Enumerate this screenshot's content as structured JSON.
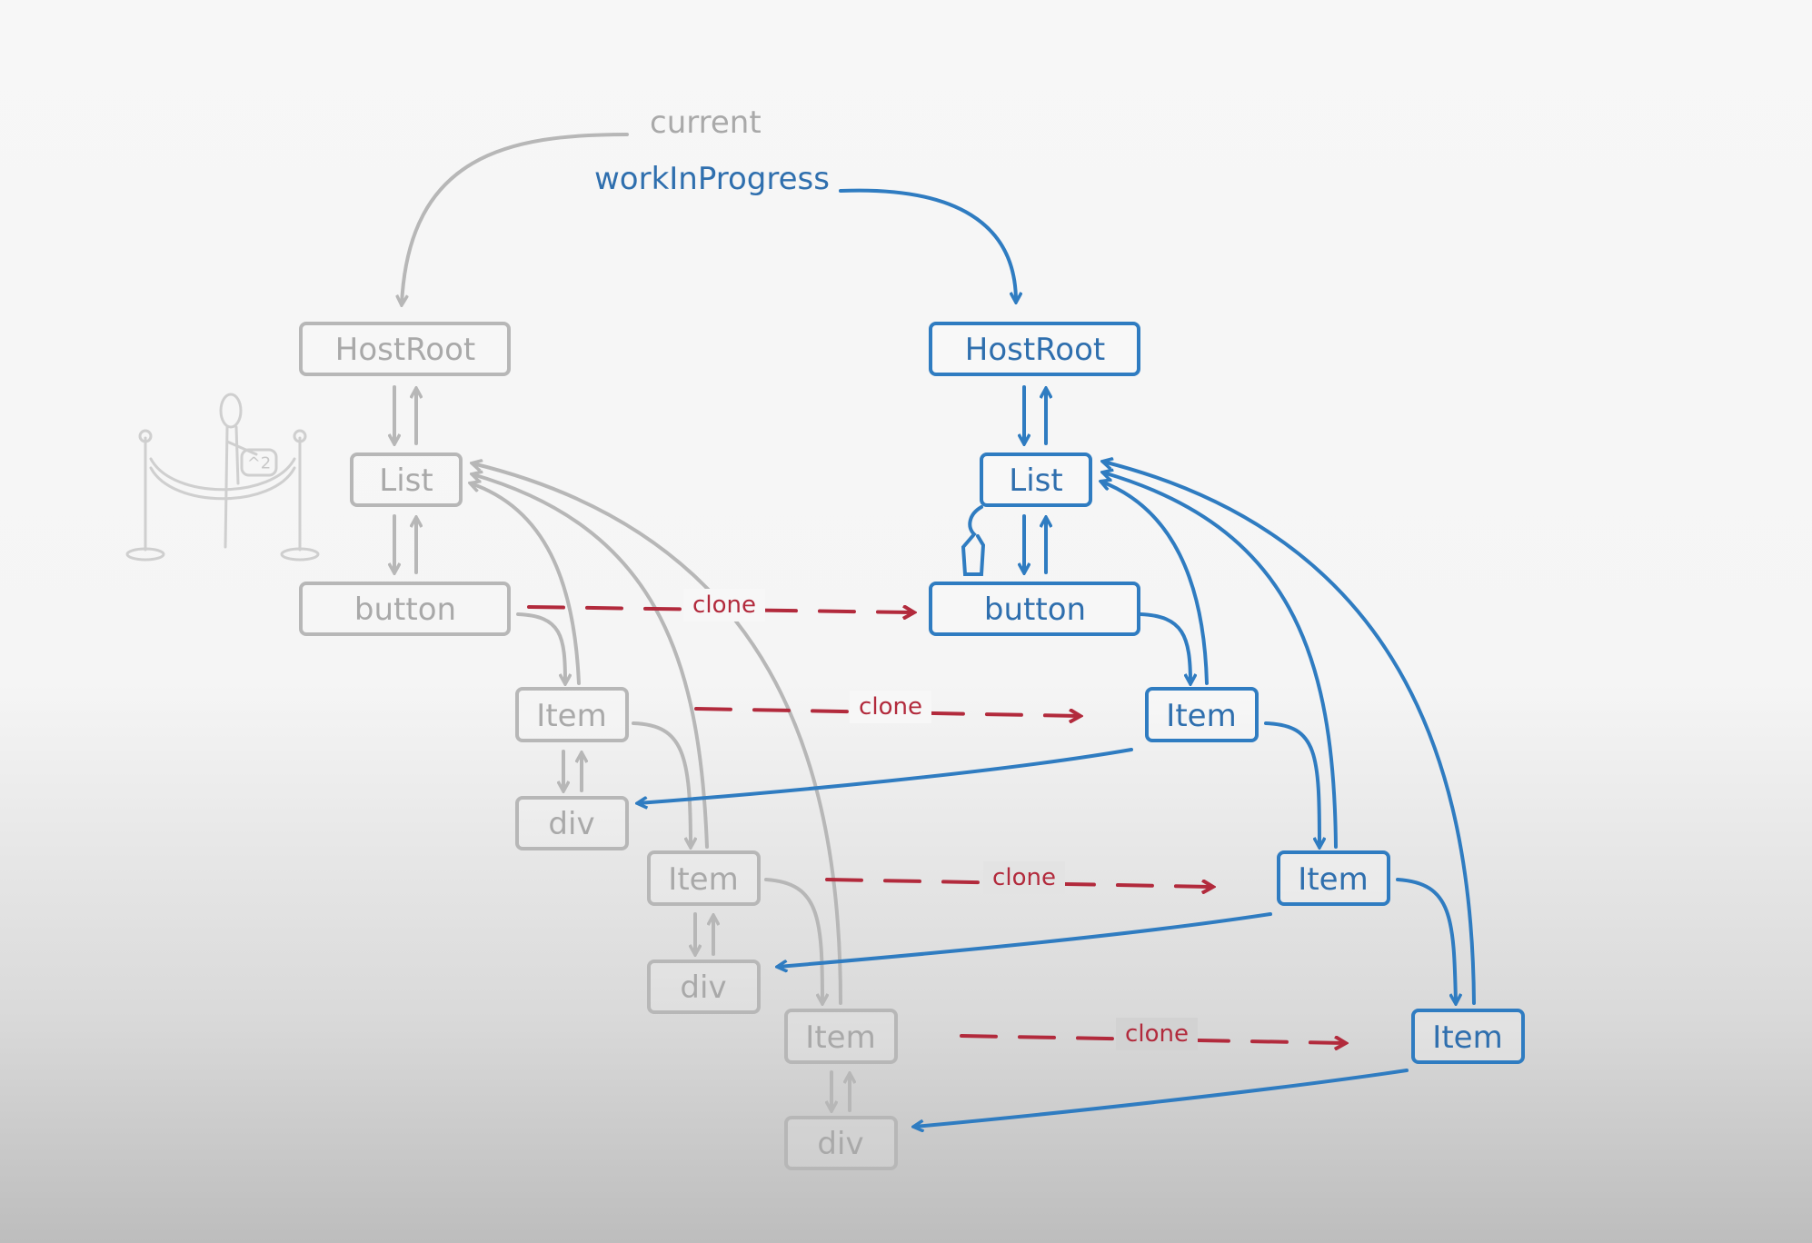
{
  "pointers": {
    "current": "current",
    "work_in_progress": "workInProgress"
  },
  "current_tree": {
    "host_root": "HostRoot",
    "list": "List",
    "button": "button",
    "items": [
      "Item",
      "Item",
      "Item"
    ],
    "divs": [
      "div",
      "div",
      "div"
    ]
  },
  "wip_tree": {
    "host_root": "HostRoot",
    "list": "List",
    "button": "button",
    "items": [
      "Item",
      "Item",
      "Item"
    ]
  },
  "clone_labels": [
    "clone",
    "clone",
    "clone",
    "clone"
  ],
  "badge_text": "^2",
  "colors": {
    "current": "#b7b7b7",
    "work_in_progress": "#2f7cc1",
    "clone": "#b22a3c"
  }
}
